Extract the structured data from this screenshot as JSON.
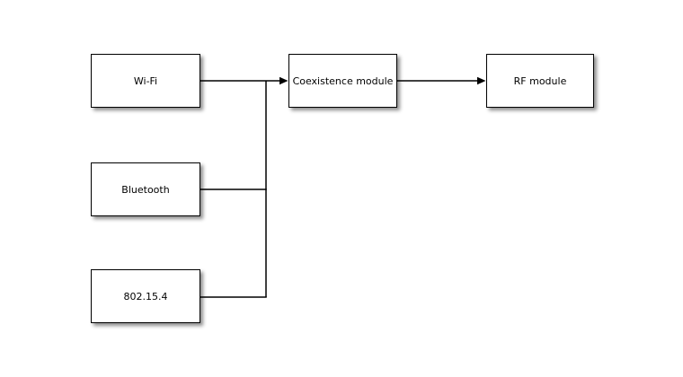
{
  "diagram": {
    "type": "block-flowchart",
    "background_color": "#ffffff",
    "node_fill_color": "#ffffff",
    "node_border_color": "#000000",
    "text_color": "#000000",
    "shadow_color": "rgba(0,0,0,0.45)",
    "nodes": {
      "wifi": {
        "label": "Wi-Fi"
      },
      "bluetooth": {
        "label": "Bluetooth"
      },
      "ieee802154": {
        "label": "802.15.4"
      },
      "coexistence": {
        "label": "Coexistence module"
      },
      "rf": {
        "label": "RF module"
      }
    },
    "edges": [
      {
        "from": "wifi",
        "to": "coexistence",
        "arrowhead": true,
        "route": "direct horizontal"
      },
      {
        "from": "bluetooth",
        "to": "coexistence",
        "arrowhead": false,
        "route": "joins shared vertical bus"
      },
      {
        "from": "ieee802154",
        "to": "coexistence",
        "arrowhead": false,
        "route": "joins shared vertical bus"
      },
      {
        "from": "coexistence",
        "to": "rf",
        "arrowhead": true,
        "route": "direct horizontal"
      }
    ]
  }
}
